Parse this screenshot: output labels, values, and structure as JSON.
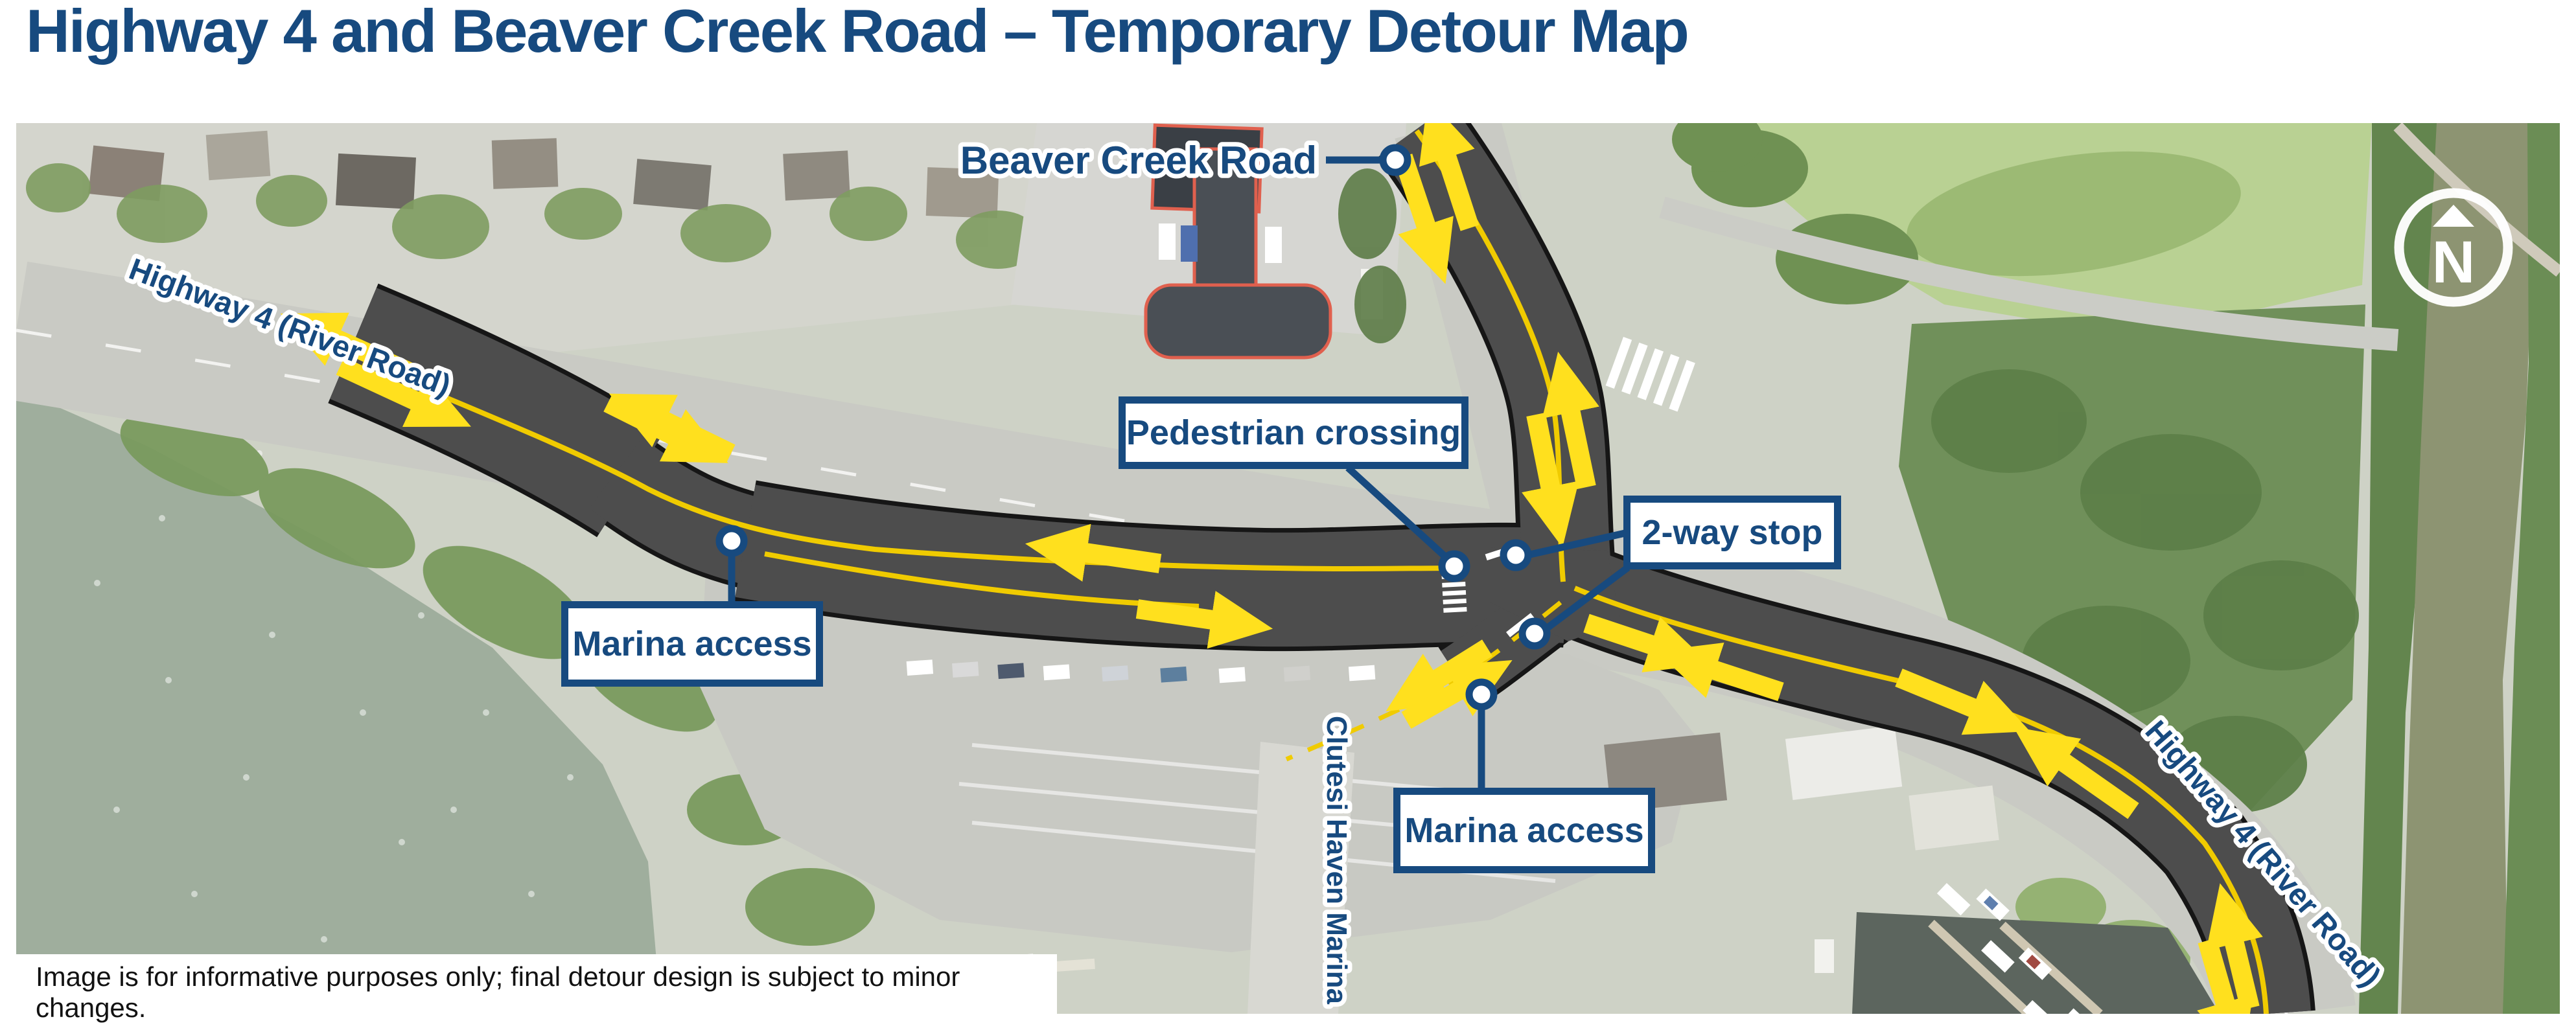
{
  "title": "Highway 4 and Beaver Creek Road – Temporary Detour Map",
  "map": {
    "labels": {
      "beaver_creek_road": "Beaver Creek Road",
      "highway4_left": "Highway 4 (River Road)",
      "highway4_right": "Highway 4 (River Road)",
      "clutesi_haven_marina": "Clutesi Haven Marina"
    },
    "callouts": [
      {
        "id": "pedestrian-crossing",
        "label": "Pedestrian crossing"
      },
      {
        "id": "two-way-stop",
        "label": "2-way stop"
      },
      {
        "id": "marina-access-west",
        "label": "Marina access"
      },
      {
        "id": "marina-access-south",
        "label": "Marina access"
      }
    ],
    "compass": {
      "letter": "N"
    },
    "disclaimer": "Image is for informative purposes only; final detour design is subject to minor changes.",
    "colors": {
      "navy": "#174a7f",
      "detour_arrow_yellow": "#ffe01e",
      "centerline_yellow": "#f0cb00",
      "detour_road_gray": "#4d4d4d"
    }
  }
}
